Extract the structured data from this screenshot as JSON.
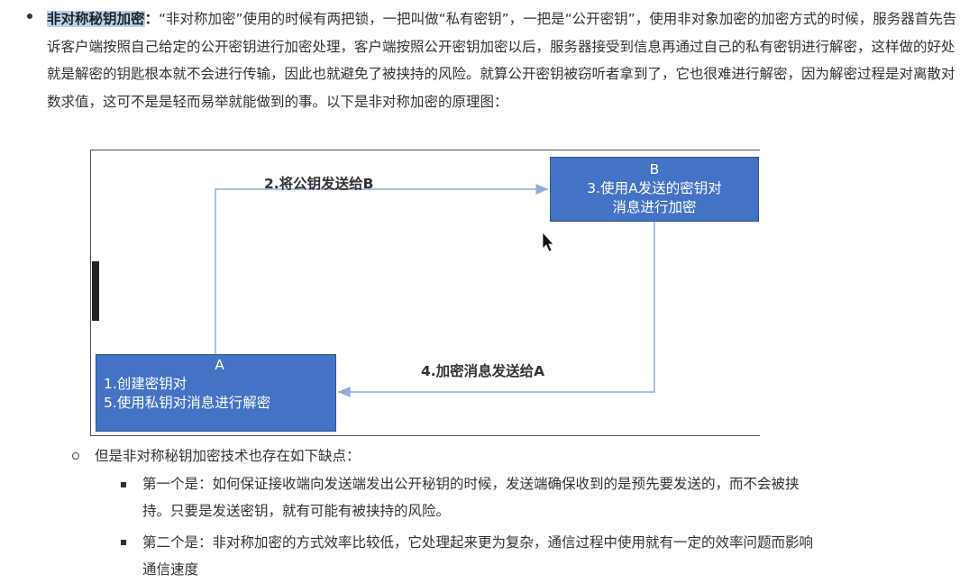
{
  "intro": {
    "term": "非对称秘钥加密",
    "colon": "：",
    "body": "“非对称加密”使用的时候有两把锁，一把叫做“私有密钥”，一把是“公开密钥”，使用非对象加密的加密方式的时候，服务器首先告诉客户端按照自己给定的公开密钥进行加密处理，客户端按照公开密钥加密以后，服务器接受到信息再通过自己的私有密钥进行解密，这样做的好处就是解密的钥匙根本就不会进行传输，因此也就避免了被挟持的风险。就算公开密钥被窃听者拿到了，它也很难进行解密，因为解密过程是对离散对数求值，这可不是是轻而易举就能做到的事。以下是非对称加密的原理图："
  },
  "diagram": {
    "box_b": {
      "title": "B",
      "line1": "3.使用A发送的密钥对",
      "line2": "消息进行加密"
    },
    "box_a": {
      "title": "A",
      "line1": "1.创建密钥对",
      "line2": "5.使用私钥对消息进行解密"
    },
    "label_top": "2.将公钥发送给B",
    "label_bottom": "4.加密消息发送给A",
    "box_color": "#4472c4",
    "arrow_color": "#8eaadb"
  },
  "sublist": {
    "heading": "但是非对称秘钥加密技术也存在如下缺点：",
    "items": [
      {
        "line1": "第一个是：如何保证接收端向发送端发出公开秘钥的时候，发送端确保收到的是预先要发送的，而不会被挟",
        "line2": "持。只要是发送密钥，就有可能有被挟持的风险。"
      },
      {
        "line1": "第二个是：非对称加密的方式效率比较低，它处理起来更为复杂，通信过程中使用就有一定的效率问题而影响",
        "line2": "通信速度"
      }
    ]
  }
}
